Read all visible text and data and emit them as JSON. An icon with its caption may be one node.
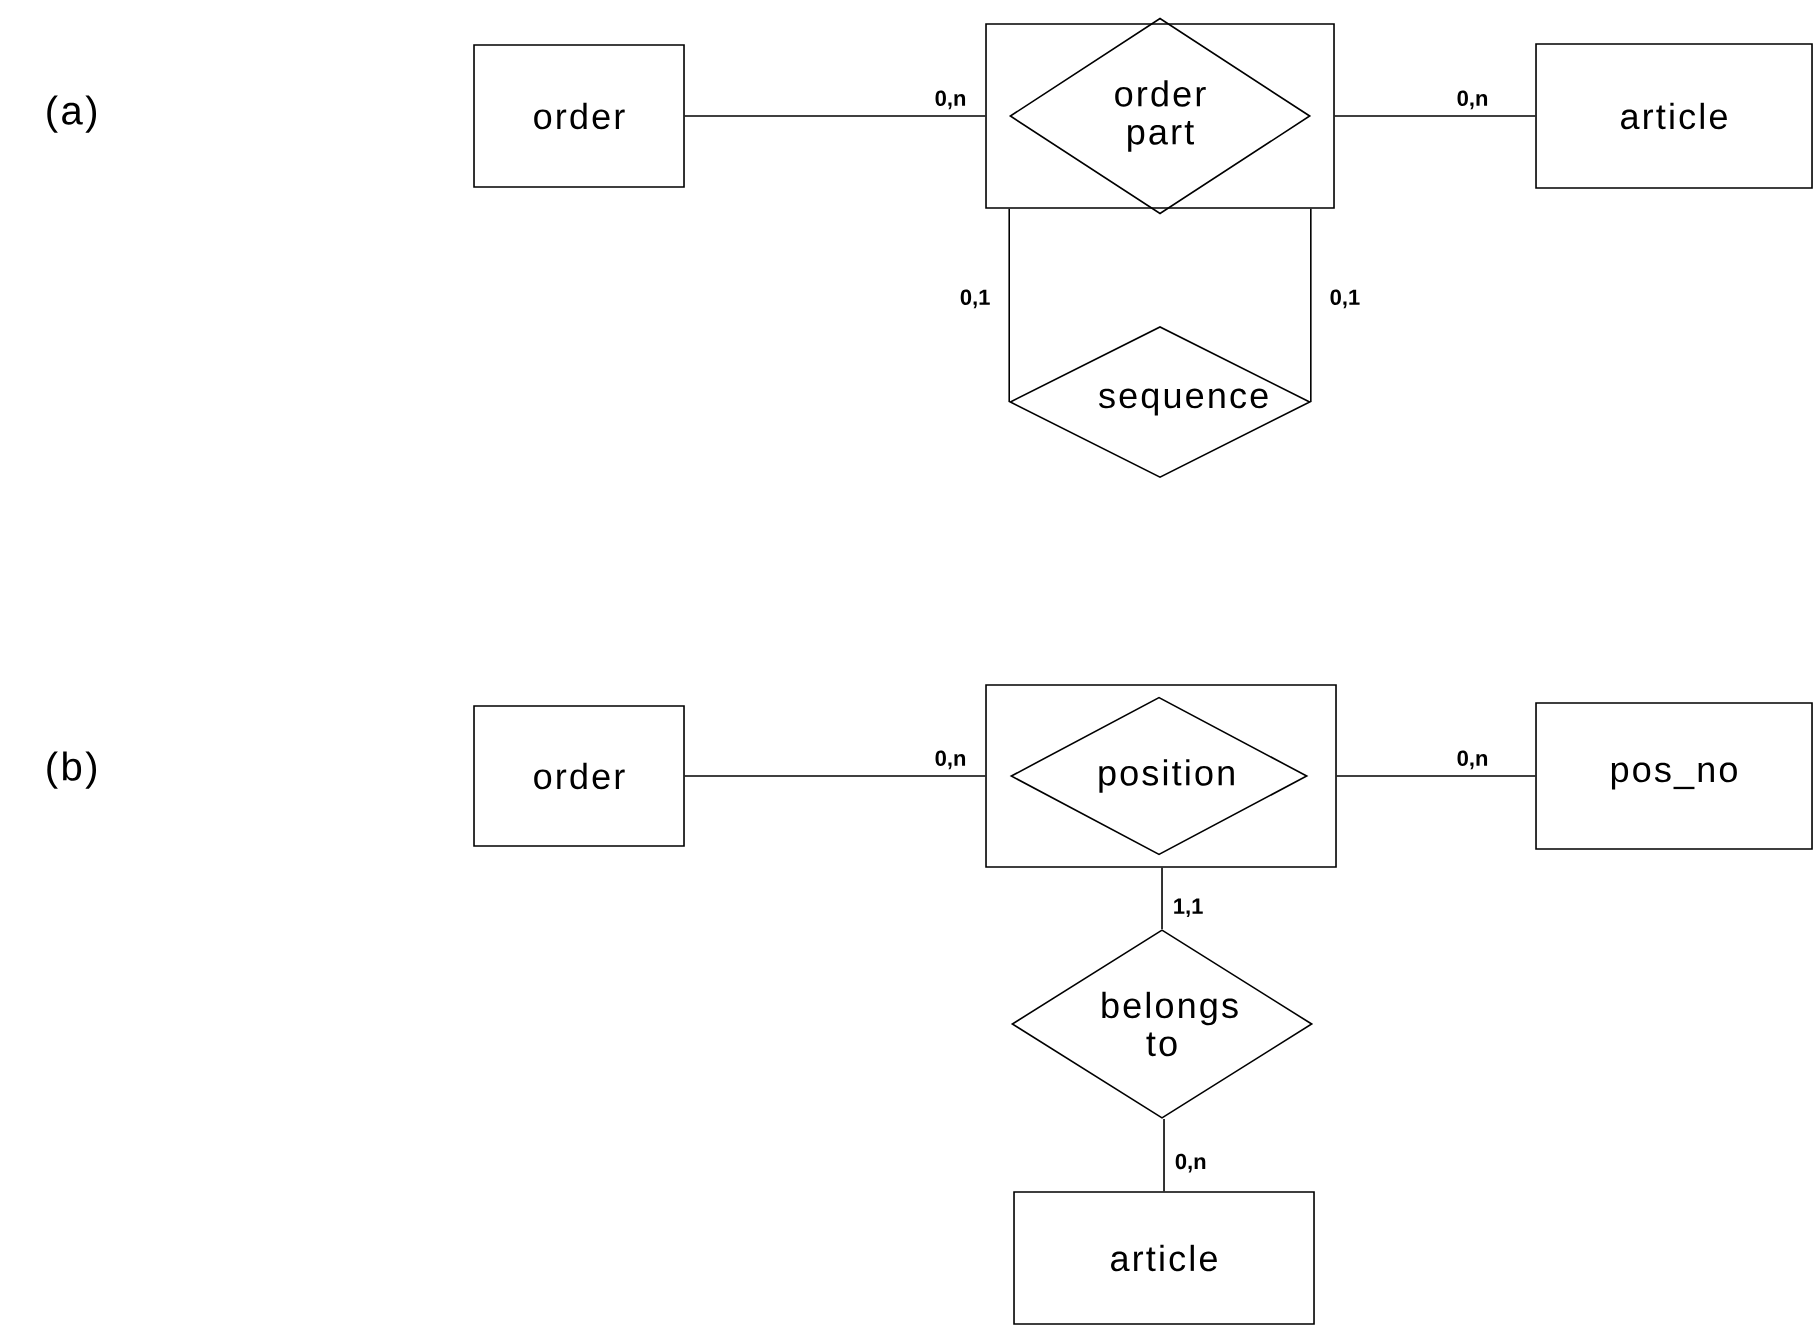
{
  "diagram": {
    "nodes": [
      {
        "text": [
          "order"
        ]
      },
      {
        "text": [],
        "shape": "box"
      },
      {
        "text": [
          "order part"
        ],
        "in": 1
      },
      {
        "text": [
          "article"
        ]
      },
      {
        "text": [
          "sequence"
        ]
      },
      {
        "text": [
          "order"
        ]
      },
      {
        "text": [],
        "shape": "box"
      },
      {
        "text": [
          "position"
        ],
        "in": 6
      },
      {
        "text": [
          "pos_no"
        ]
      },
      {
        "text": [
          "belongs to"
        ]
      },
      {
        "text": [
          "article"
        ]
      }
    ],
    "edges": [
      {
        "from": 0,
        "to": 1,
        "arrow": "none",
        "label": "0,n"
      },
      {
        "from": 1,
        "to": 3,
        "arrow": "none",
        "label": "0,n"
      },
      {
        "from": 1,
        "to": 4,
        "arrow": "none",
        "label": "0,1"
      },
      {
        "from": 1,
        "to": 4,
        "arrow": "none",
        "label": "0,1"
      },
      {
        "from": 5,
        "to": 6,
        "arrow": "none",
        "label": "0,n"
      },
      {
        "from": 6,
        "to": 8,
        "arrow": "none",
        "label": "0,n"
      },
      {
        "from": 6,
        "to": 9,
        "arrow": "none",
        "label": "1,1"
      },
      {
        "from": 9,
        "to": 10,
        "arrow": "none",
        "label": "0,n"
      }
    ],
    "labels": [
      "(a)",
      "(b)"
    ]
  }
}
